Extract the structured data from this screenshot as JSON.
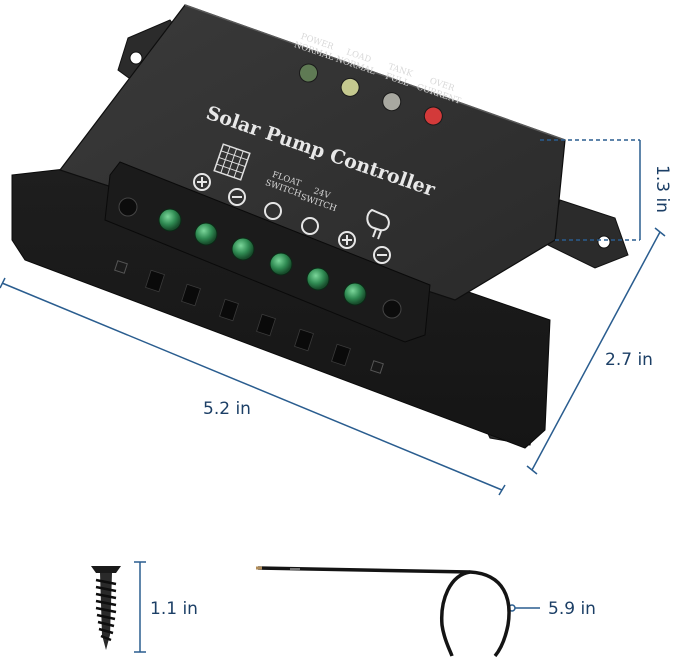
{
  "product": {
    "title": "Solar Pump Controller",
    "leds": [
      {
        "line1": "POWER",
        "line2": "NORMAL",
        "color": "#5f7a54"
      },
      {
        "line1": "LOAD",
        "line2": "NORMAL",
        "color": "#c5c98f"
      },
      {
        "line1": "TANK",
        "line2": "FULL",
        "color": "#a8a8a0"
      },
      {
        "line1": "OVER",
        "line2": "CURRENT",
        "color": "#d33a3a"
      }
    ],
    "terminal_labels": {
      "float_switch_1": "FLOAT",
      "float_switch_2": "SWITCH",
      "v24_1": "24V",
      "v24_2": "SWITCH"
    }
  },
  "dimensions": {
    "height": "1.3 in",
    "width": "2.7 in",
    "length": "5.2 in",
    "screw": "1.1 in",
    "wire": "5.9 in"
  },
  "colors": {
    "dimension_line": "#2a5d8f",
    "body": "#262626",
    "panel": "#303030",
    "terminal_green": "#3a8f56"
  }
}
